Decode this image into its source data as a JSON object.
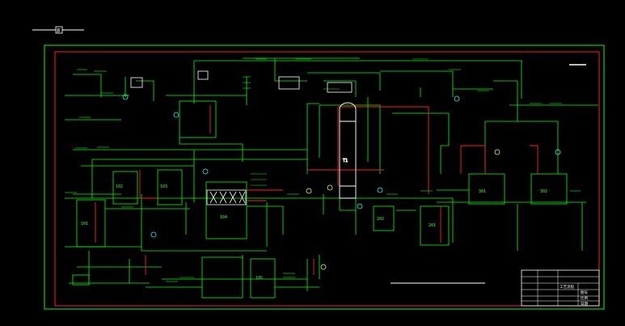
{
  "drawing": {
    "background": "#000000",
    "line_green": "#00ff00",
    "line_red": "#ff2020",
    "line_white": "#ffffff",
    "line_yellow": "#ffff00",
    "line_cyan": "#00ffff",
    "top_marker": "8",
    "equipment_labels": {
      "tank_left": "101",
      "tank_left2": "102",
      "tank_mid": "103",
      "tank_center": "104",
      "tank_bottom": "105",
      "tank_right1": "201",
      "tank_right2": "202",
      "tank_far1": "301",
      "tank_far2": "302",
      "column": "T1"
    },
    "title_block": {
      "label_1": "工艺流程",
      "label_2": "图号",
      "label_3": "比例",
      "label_4": "日期"
    }
  }
}
